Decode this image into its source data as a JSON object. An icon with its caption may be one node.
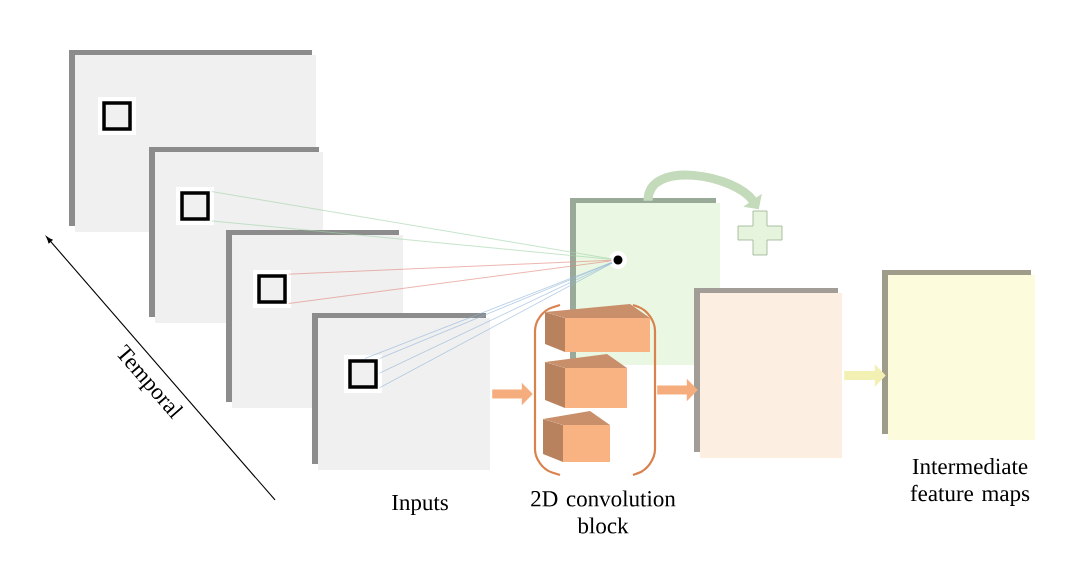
{
  "diagram": {
    "nodes": [
      {
        "text": [],
        "shape": "square"
      },
      {
        "text": [],
        "shape": "square"
      },
      {
        "text": [],
        "shape": "square"
      },
      {
        "text": [],
        "shape": "box",
        "beside": [
          "Inputs"
        ]
      },
      {
        "text": [],
        "shape": "square",
        "in": 3
      },
      {
        "text": [],
        "shape": "box"
      },
      {
        "text": [],
        "shape": "circle",
        "in": 5
      },
      {
        "text": [],
        "shape": "cross"
      },
      {
        "text": [],
        "shape": "bracket",
        "beside": [
          "2D convolution block"
        ]
      },
      {
        "text": [],
        "shape": "cuboid"
      },
      {
        "text": [],
        "shape": "cuboid",
        "in": 8
      },
      {
        "text": [],
        "shape": "cuboid",
        "in": 8
      },
      {
        "text": [],
        "shape": "box"
      },
      {
        "text": [],
        "shape": "box",
        "beside": [
          "Intermediate feature maps"
        ]
      }
    ],
    "edges": [
      {
        "from": 1,
        "to": 6,
        "arrow": "none",
        "color": "#9fd4a8"
      },
      {
        "from": 1,
        "to": 6,
        "arrow": "none",
        "color": "#9fd4a8"
      },
      {
        "from": 2,
        "to": 6,
        "arrow": "none",
        "color": "#e0857a"
      },
      {
        "from": 2,
        "to": 6,
        "arrow": "none",
        "color": "#e0857a"
      },
      {
        "from": 4,
        "to": 6,
        "arrow": "none",
        "color": "#8fb4d8"
      },
      {
        "from": 4,
        "to": 6,
        "arrow": "none",
        "color": "#8fb4d8"
      },
      {
        "from": 4,
        "to": 6,
        "arrow": "none",
        "color": "#8fb4d8"
      },
      {
        "from": 4,
        "to": 6,
        "arrow": "none",
        "color": "#8fb4d8"
      },
      {
        "from": 5,
        "to": 7,
        "arrow": "to",
        "style": "thick",
        "color": "#c4dbbb"
      },
      {
        "from": 3,
        "to": 8,
        "arrow": "to",
        "style": "thick",
        "color": "#f6ad7e"
      },
      {
        "from": 8,
        "to": 12,
        "arrow": "to",
        "style": "thick",
        "color": "#f6ad7e"
      },
      {
        "from": 12,
        "to": 13,
        "arrow": "to",
        "style": "thick",
        "color": "#f3f0b4"
      }
    ],
    "labels": [
      "Temporal"
    ]
  }
}
